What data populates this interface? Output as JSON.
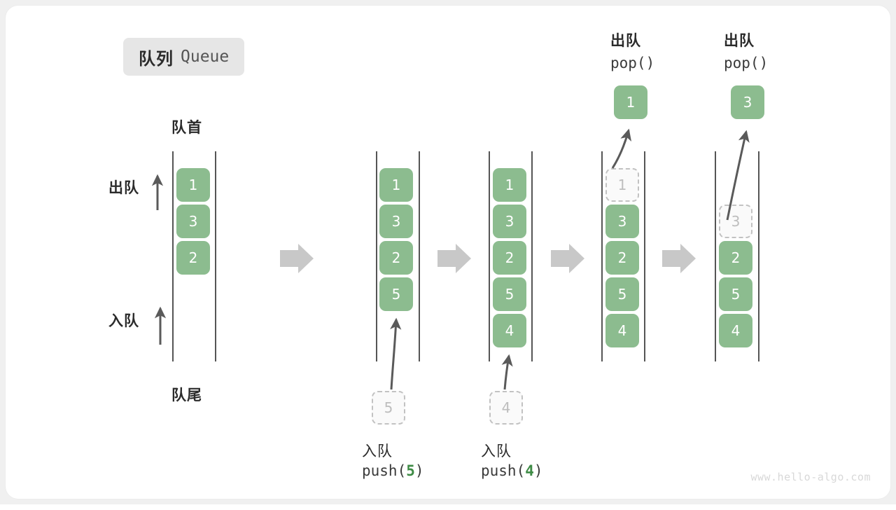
{
  "title": {
    "cn": "队列",
    "en": "Queue"
  },
  "labels": {
    "head": "队首",
    "tail": "队尾",
    "dequeue": "出队",
    "enqueue": "入队"
  },
  "watermark": "www.hello-algo.com",
  "colors": {
    "element_fill": "#8cbc8f",
    "element_text": "#ffffff",
    "ghost_border": "#c2c2c2",
    "ghost_text": "#bdbdbd",
    "accent_green": "#3e8b45",
    "rail": "#555555",
    "step_arrow": "#c8c8c8",
    "chip_bg": "#e6e6e6"
  },
  "stages": [
    {
      "id": "initial",
      "caption_cn": "",
      "caption_code": "",
      "elements": [
        "1",
        "3",
        "2"
      ],
      "ghost_in_queue": null,
      "incoming": null,
      "popped": null
    },
    {
      "id": "push-5",
      "caption_cn": "入队",
      "caption_code_prefix": "push(",
      "caption_code_value": "5",
      "caption_code_suffix": ")",
      "elements": [
        "1",
        "3",
        "2",
        "5"
      ],
      "ghost_in_queue": null,
      "incoming": "5",
      "popped": null
    },
    {
      "id": "push-4",
      "caption_cn": "入队",
      "caption_code_prefix": "push(",
      "caption_code_value": "4",
      "caption_code_suffix": ")",
      "elements": [
        "1",
        "3",
        "2",
        "5",
        "4"
      ],
      "ghost_in_queue": null,
      "incoming": "4",
      "popped": null
    },
    {
      "id": "pop-1",
      "caption_cn": "出队",
      "caption_code": "pop()",
      "elements": [
        "3",
        "2",
        "5",
        "4"
      ],
      "ghost_in_queue": "1",
      "incoming": null,
      "popped": "1"
    },
    {
      "id": "pop-3",
      "caption_cn": "出队",
      "caption_code": "pop()",
      "elements": [
        "2",
        "5",
        "4"
      ],
      "ghost_in_queue": "3",
      "incoming": null,
      "popped": "3"
    }
  ],
  "step_arrows": [
    {
      "name": "step-arrow-1"
    },
    {
      "name": "step-arrow-2"
    },
    {
      "name": "step-arrow-3"
    },
    {
      "name": "step-arrow-4"
    }
  ]
}
